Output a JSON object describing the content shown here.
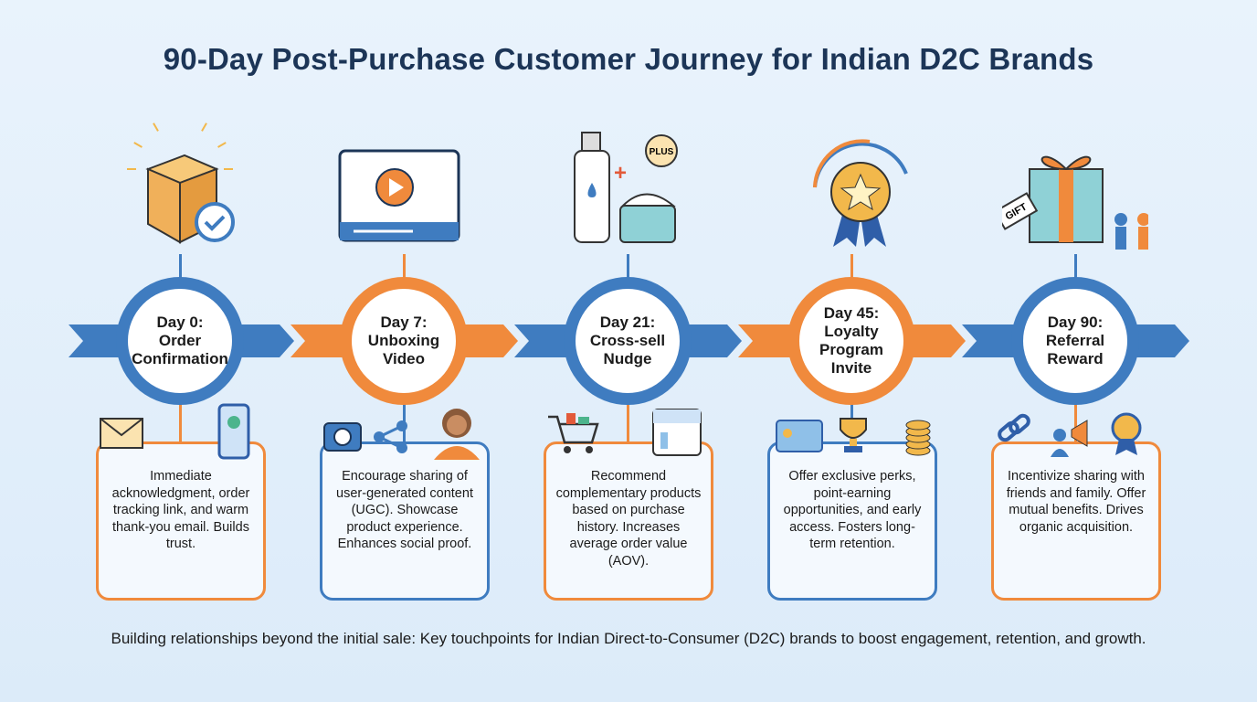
{
  "title": "90-Day Post-Purchase Customer Journey for Indian D2C Brands",
  "colors": {
    "blue": "#3f7cc0",
    "orange": "#f08a3c",
    "title": "#1c3557"
  },
  "stages": [
    {
      "label": "Day 0:\nOrder\nConfirmation",
      "color": "blue",
      "card_color": "orange",
      "top_icon": "package-check-icon",
      "card_icons": [
        "envelope-icon",
        "smartphone-check-icon"
      ],
      "description": "Immediate acknowledgment, order tracking link, and warm thank-you email. Builds trust."
    },
    {
      "label": "Day 7:\nUnboxing\nVideo",
      "color": "orange",
      "card_color": "blue",
      "top_icon": "video-player-icon",
      "card_icons": [
        "camera-icon",
        "share-icon",
        "customer-avatar-icon"
      ],
      "description": "Encourage sharing of user-generated content (UGC). Showcase product experience. Enhances social proof."
    },
    {
      "label": "Day 21:\nCross-sell\nNudge",
      "color": "blue",
      "card_color": "orange",
      "top_icon": "products-plus-icon",
      "top_icon_text": "PLUS",
      "card_icons": [
        "shopping-cart-icon",
        "recommendation-card-icon"
      ],
      "description": "Recommend complementary products based on purchase history. Increases average order value (AOV)."
    },
    {
      "label": "Day 45:\nLoyalty\nProgram\nInvite",
      "color": "orange",
      "card_color": "blue",
      "top_icon": "star-medal-icon",
      "card_icons": [
        "member-card-icon",
        "trophy-icon",
        "coins-icon"
      ],
      "description": "Offer exclusive perks, point-earning opportunities, and early access. Fosters long-term retention."
    },
    {
      "label": "Day 90:\nReferral\nReward",
      "color": "blue",
      "card_color": "orange",
      "top_icon": "gift-referral-icon",
      "top_icon_text": "GIFT",
      "card_icons": [
        "link-icon",
        "megaphone-icon",
        "badge-icon"
      ],
      "description": "Incentivize sharing with friends and family. Offer mutual benefits. Drives organic acquisition."
    }
  ],
  "footer": "Building relationships beyond the initial sale: Key touchpoints for Indian Direct-to-Consumer (D2C) brands to boost engagement, retention, and growth."
}
